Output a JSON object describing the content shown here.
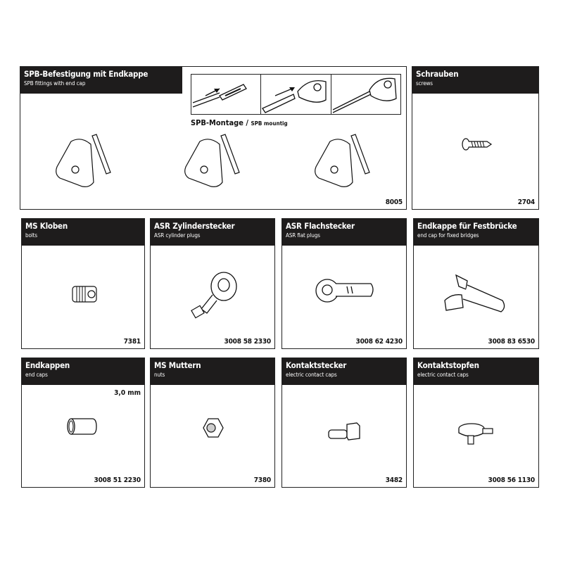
{
  "catalog": {
    "panels": [
      {
        "id": "spb",
        "title": "SPB-Befestigung mit Endkappe",
        "subtitle": "SPB fittings with end cap",
        "code": "8005",
        "mounting": {
          "title": "SPB-Montage",
          "separator": "/",
          "subtitle": "SPB mountig"
        }
      },
      {
        "id": "screws",
        "title": "Schrauben",
        "subtitle": "screws",
        "code": "2704"
      },
      {
        "id": "bolts",
        "title": "MS Kloben",
        "subtitle": "bolts",
        "code": "7381"
      },
      {
        "id": "cylinder-plugs",
        "title": "ASR Zylinderstecker",
        "subtitle": "ASR cylinder plugs",
        "code": "3008 58 2330"
      },
      {
        "id": "flat-plugs",
        "title": "ASR Flachstecker",
        "subtitle": "ASR flat plugs",
        "code": "3008 62 4230"
      },
      {
        "id": "fixed-bridge-cap",
        "title": "Endkappe für Festbrücke",
        "subtitle": "end cap for fixed bridges",
        "code": "3008 83 6530"
      },
      {
        "id": "end-caps",
        "title": "Endkappen",
        "subtitle": "end caps",
        "code": "3008 51 2230",
        "size": "3,0 mm"
      },
      {
        "id": "nuts",
        "title": "MS Muttern",
        "subtitle": "nuts",
        "code": "7380"
      },
      {
        "id": "contact-caps",
        "title": "Kontaktstecker",
        "subtitle": "electric contact caps",
        "code": "3482"
      },
      {
        "id": "contact-plugs",
        "title": "Kontaktstopfen",
        "subtitle": "electric contact caps",
        "code": "3008 56 1130"
      }
    ]
  },
  "colors": {
    "header_bg": "#1e1c1c",
    "header_text": "#ffffff",
    "border": "#222222"
  }
}
